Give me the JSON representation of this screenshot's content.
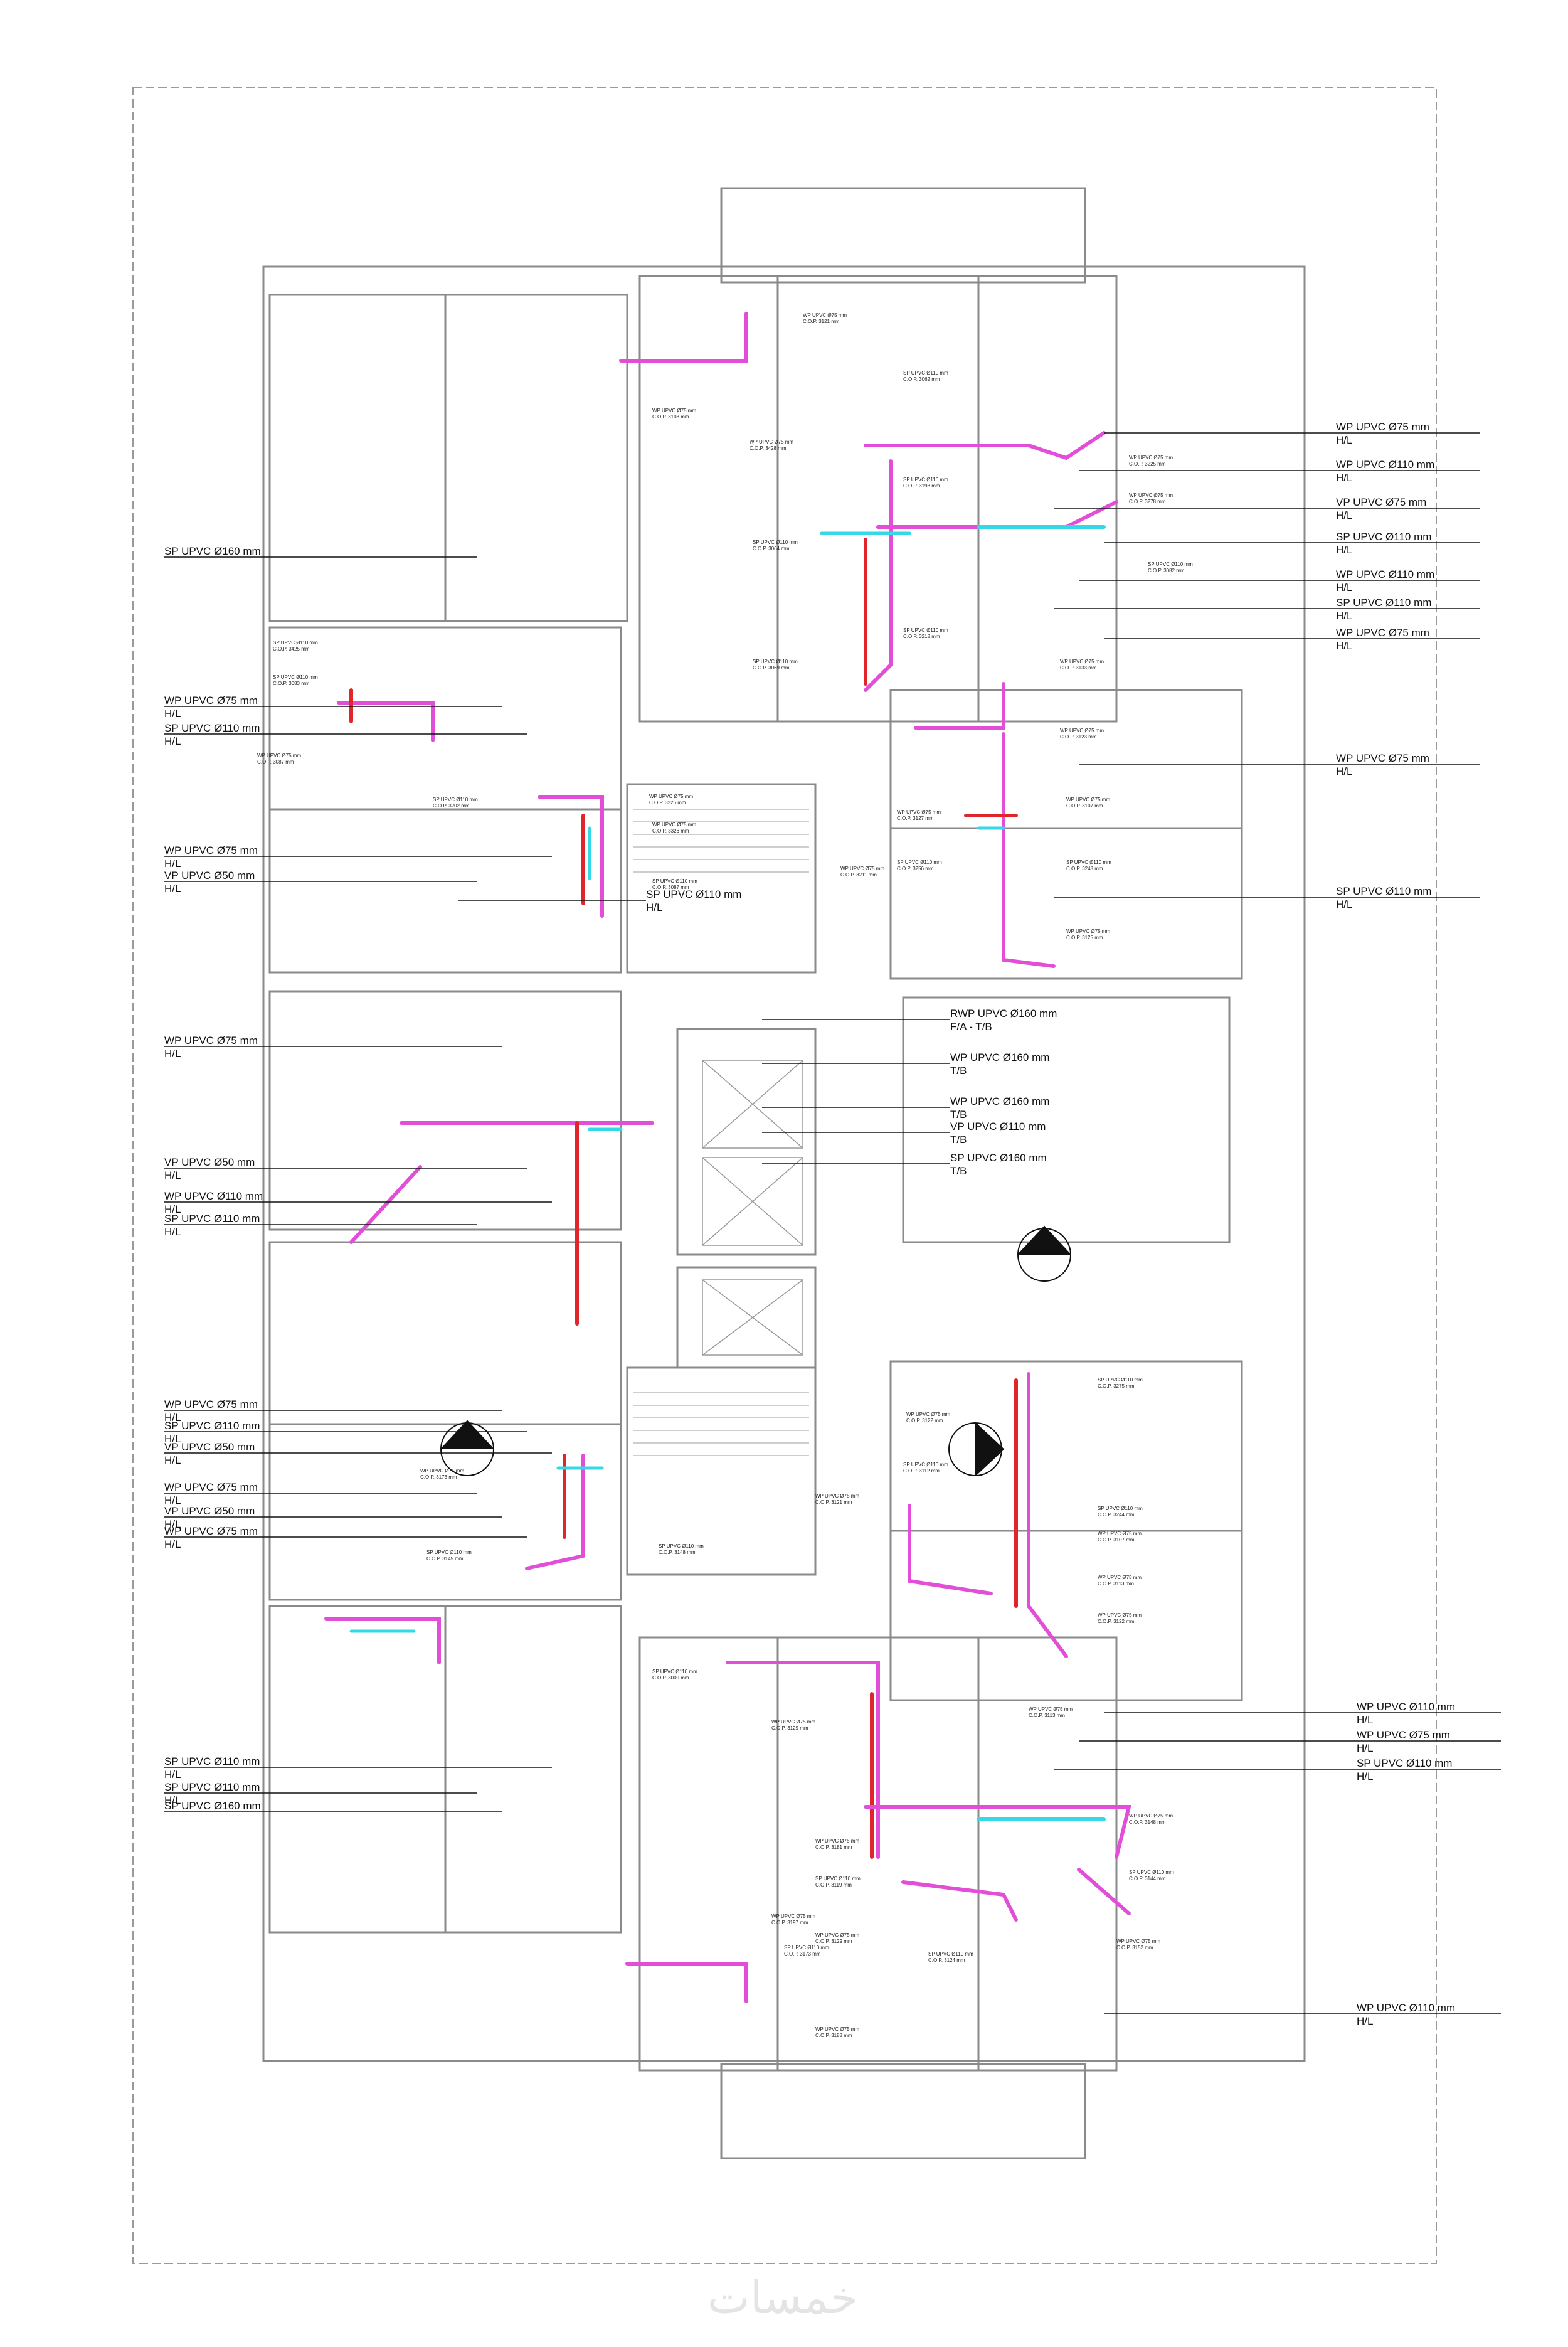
{
  "drawing": {
    "colors": {
      "wall": "#8a8a8a",
      "wall_light": "#bdbdbd",
      "border_dash": "#9a9a9a",
      "wp_pipe": "#e24ed8",
      "sp_pipe": "#e0262b",
      "vp_pipe": "#35d8e6",
      "leader": "#111111"
    },
    "left_callouts": [
      {
        "code": "SP UPVC Ø160 mm",
        "level": ""
      },
      {
        "code": "WP UPVC Ø75 mm",
        "level": "H/L"
      },
      {
        "code": "SP UPVC Ø110 mm",
        "level": "H/L"
      },
      {
        "code": "WP UPVC Ø75 mm",
        "level": "H/L"
      },
      {
        "code": "VP UPVC Ø50 mm",
        "level": "H/L"
      },
      {
        "code": "WP UPVC Ø75 mm",
        "level": "H/L"
      },
      {
        "code": "VP UPVC Ø50 mm",
        "level": "H/L"
      },
      {
        "code": "WP UPVC Ø110 mm",
        "level": "H/L"
      },
      {
        "code": "SP UPVC Ø110 mm",
        "level": "H/L"
      },
      {
        "code": "WP UPVC Ø75 mm",
        "level": "H/L"
      },
      {
        "code": "SP UPVC Ø110 mm",
        "level": "H/L"
      },
      {
        "code": "VP UPVC Ø50 mm",
        "level": "H/L"
      },
      {
        "code": "WP UPVC Ø75 mm",
        "level": "H/L"
      },
      {
        "code": "VP UPVC Ø50 mm",
        "level": "H/L"
      },
      {
        "code": "WP UPVC Ø75 mm",
        "level": "H/L"
      },
      {
        "code": "SP UPVC Ø110 mm",
        "level": "H/L"
      },
      {
        "code": "SP UPVC Ø110 mm",
        "level": "H/L"
      },
      {
        "code": "SP UPVC Ø160 mm",
        "level": ""
      }
    ],
    "right_callouts": [
      {
        "code": "WP UPVC Ø75 mm",
        "level": "H/L"
      },
      {
        "code": "WP UPVC Ø110 mm",
        "level": "H/L"
      },
      {
        "code": "VP UPVC Ø75 mm",
        "level": "H/L"
      },
      {
        "code": "SP UPVC Ø110 mm",
        "level": "H/L"
      },
      {
        "code": "WP UPVC Ø110 mm",
        "level": "H/L"
      },
      {
        "code": "SP UPVC Ø110 mm",
        "level": "H/L"
      },
      {
        "code": "WP UPVC Ø75 mm",
        "level": "H/L"
      },
      {
        "code": "WP UPVC Ø75 mm",
        "level": "H/L"
      },
      {
        "code": "SP UPVC Ø110 mm",
        "level": "H/L"
      },
      {
        "code": "WP UPVC Ø110 mm",
        "level": "H/L"
      },
      {
        "code": "WP UPVC Ø75 mm",
        "level": "H/L"
      },
      {
        "code": "SP UPVC Ø110 mm",
        "level": "H/L"
      },
      {
        "code": "WP UPVC Ø110 mm",
        "level": "H/L"
      }
    ],
    "center_callouts": [
      {
        "code": "SP UPVC Ø110 mm",
        "level": "H/L"
      },
      {
        "code": "RWP UPVC Ø160 mm",
        "level": "F/A - T/B"
      },
      {
        "code": "WP UPVC Ø160 mm",
        "level": "T/B"
      },
      {
        "code": "WP UPVC Ø160 mm",
        "level": "T/B"
      },
      {
        "code": "VP UPVC Ø110 mm",
        "level": "T/B"
      },
      {
        "code": "SP UPVC Ø160 mm",
        "level": "T/B"
      }
    ],
    "small_tags": [
      {
        "code": "WP UPVC Ø75 mm",
        "cop": "C.O.P. 3121 mm"
      },
      {
        "code": "WP UPVC Ø75 mm",
        "cop": "C.O.P. 3103 mm"
      },
      {
        "code": "SP UPVC Ø110 mm",
        "cop": "C.O.P. 3062 mm"
      },
      {
        "code": "SP UPVC Ø110 mm",
        "cop": "C.O.P. 3193 mm"
      },
      {
        "code": "WP UPVC Ø75 mm",
        "cop": "C.O.P. 3428 mm"
      },
      {
        "code": "SP UPVC Ø110 mm",
        "cop": "C.O.P. 3064 mm"
      },
      {
        "code": "WP UPVC Ø75 mm",
        "cop": "C.O.P. 3225 mm"
      },
      {
        "code": "WP UPVC Ø75 mm",
        "cop": "C.O.P. 3278 mm"
      },
      {
        "code": "SP UPVC Ø110 mm",
        "cop": "C.O.P. 3082 mm"
      },
      {
        "code": "SP UPVC Ø110 mm",
        "cop": "C.O.P. 3218 mm"
      },
      {
        "code": "WP UPVC Ø75 mm",
        "cop": "C.O.P. 3133 mm"
      },
      {
        "code": "WP UPVC Ø75 mm",
        "cop": "C.O.P. 3123 mm"
      },
      {
        "code": "SP UPVC Ø110 mm",
        "cop": "C.O.P. 3069 mm"
      },
      {
        "code": "WP UPVC Ø75 mm",
        "cop": "C.O.P. 3226 mm"
      },
      {
        "code": "WP UPVC Ø75 mm",
        "cop": "C.O.P. 3211 mm"
      },
      {
        "code": "SP UPVC Ø110 mm",
        "cop": "C.O.P. 3425 mm"
      },
      {
        "code": "SP UPVC Ø110 mm",
        "cop": "C.O.P. 3083 mm"
      },
      {
        "code": "WP UPVC Ø75 mm",
        "cop": "C.O.P. 3087 mm"
      },
      {
        "code": "SP UPVC Ø110 mm",
        "cop": "C.O.P. 3202 mm"
      },
      {
        "code": "WP UPVC Ø75 mm",
        "cop": "C.O.P. 3326 mm"
      },
      {
        "code": "SP UPVC Ø110 mm",
        "cop": "C.O.P. 3087 mm"
      },
      {
        "code": "WP UPVC Ø75 mm",
        "cop": "C.O.P. 3127 mm"
      },
      {
        "code": "SP UPVC Ø110 mm",
        "cop": "C.O.P. 3256 mm"
      },
      {
        "code": "WP UPVC Ø75 mm",
        "cop": "C.O.P. 3107 mm"
      },
      {
        "code": "SP UPVC Ø110 mm",
        "cop": "C.O.P. 3248 mm"
      },
      {
        "code": "WP UPVC Ø75 mm",
        "cop": "C.O.P. 3125 mm"
      },
      {
        "code": "WP UPVC Ø75 mm",
        "cop": "C.O.P. 3122 mm"
      },
      {
        "code": "SP UPVC Ø110 mm",
        "cop": "C.O.P. 3275 mm"
      },
      {
        "code": "SP UPVC Ø110 mm",
        "cop": "C.O.P. 3244 mm"
      },
      {
        "code": "WP UPVC Ø75 mm",
        "cop": "C.O.P. 3107 mm"
      },
      {
        "code": "WP UPVC Ø75 mm",
        "cop": "C.O.P. 3113 mm"
      },
      {
        "code": "WP UPVC Ø75 mm",
        "cop": "C.O.P. 3122 mm"
      },
      {
        "code": "SP UPVC Ø110 mm",
        "cop": "C.O.P. 3009 mm"
      },
      {
        "code": "WP UPVC Ø75 mm",
        "cop": "C.O.P. 3129 mm"
      },
      {
        "code": "WP UPVC Ø75 mm",
        "cop": "C.O.P. 3148 mm"
      },
      {
        "code": "SP UPVC Ø110 mm",
        "cop": "C.O.P. 3144 mm"
      },
      {
        "code": "WP UPVC Ø75 mm",
        "cop": "C.O.P. 3152 mm"
      },
      {
        "code": "SP UPVC Ø110 mm",
        "cop": "C.O.P. 3124 mm"
      },
      {
        "code": "WP UPVC Ø75 mm",
        "cop": "C.O.P. 3188 mm"
      },
      {
        "code": "WP UPVC Ø75 mm",
        "cop": "C.O.P. 3113 mm"
      },
      {
        "code": "SP UPVC Ø110 mm",
        "cop": "C.O.P. 3112 mm"
      },
      {
        "code": "WP UPVC Ø75 mm",
        "cop": "C.O.P. 3121 mm"
      },
      {
        "code": "SP UPVC Ø110 mm",
        "cop": "C.O.P. 3148 mm"
      },
      {
        "code": "WP UPVC Ø75 mm",
        "cop": "C.O.P. 3173 mm"
      },
      {
        "code": "SP UPVC Ø110 mm",
        "cop": "C.O.P. 3145 mm"
      },
      {
        "code": "WP UPVC Ø75 mm",
        "cop": "C.O.P. 3181 mm"
      },
      {
        "code": "SP UPVC Ø110 mm",
        "cop": "C.O.P. 3119 mm"
      },
      {
        "code": "WP UPVC Ø75 mm",
        "cop": "C.O.P. 3197 mm"
      },
      {
        "code": "SP UPVC Ø110 mm",
        "cop": "C.O.P. 3173 mm"
      },
      {
        "code": "WP UPVC Ø75 mm",
        "cop": "C.O.P. 3129 mm"
      }
    ],
    "watermark": "خمسات"
  }
}
